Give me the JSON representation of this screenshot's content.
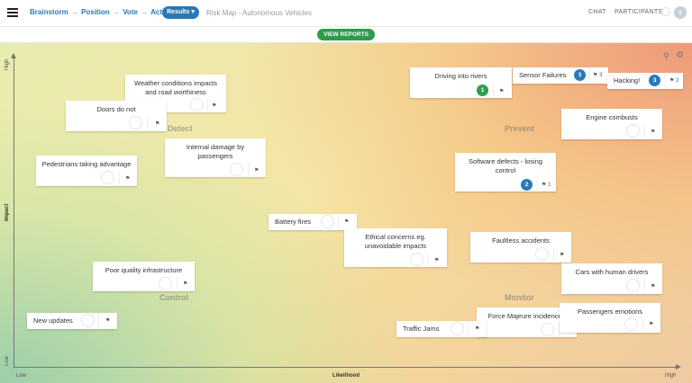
{
  "topbar": {
    "steps": [
      "Brainstorm",
      "Position",
      "Vote",
      "Action"
    ],
    "arrow": "→",
    "results_label": "Results ▾",
    "map_title": "Risk Map - Autonomous Vehicles",
    "chat_label": "CHAT",
    "participants_label": "PARTICIPANTS",
    "avatar_initial": "g"
  },
  "toolbar": {
    "view_reports_label": "VIEW REPORTS"
  },
  "matrix": {
    "y_axis_title": "Impact",
    "y_high": "High",
    "y_low": "Low",
    "x_axis_title": "Likelihood",
    "x_low": "Low",
    "x_high": "High",
    "quadrants": {
      "detect": "Detect",
      "prevent": "Prevent",
      "control": "Control",
      "monitor": "Monitor"
    },
    "flag_glyph": "⚑",
    "colors": {
      "accent": "#2a78b5",
      "vote_badge": "#2c7ab8",
      "action_badge": "#2f9e4f",
      "view_reports": "#2e9b4d"
    }
  },
  "cards": [
    {
      "id": "weather",
      "text": "Weather conditions impacts and road worthiness",
      "flags": ""
    },
    {
      "id": "doors",
      "text": "Doors do not",
      "flags": ""
    },
    {
      "id": "internal-damage",
      "text": "Internal damage by passengers",
      "flags": ""
    },
    {
      "id": "pedestrians",
      "text": "Pedestrians taking advantage",
      "flags": ""
    },
    {
      "id": "battery",
      "text": "Battery fires",
      "flags": ""
    },
    {
      "id": "ethical",
      "text": "Ethical concerns eg. unavoidable impacts",
      "flags": ""
    },
    {
      "id": "infrastructure",
      "text": "Poor quality infrastructure",
      "flags": ""
    },
    {
      "id": "new-updates",
      "text": "New updates",
      "flags": ""
    },
    {
      "id": "rivers",
      "text": "Driving into rivers",
      "flags": "",
      "badge": "1"
    },
    {
      "id": "sensor",
      "text": "Sensor Failures",
      "flags": "3",
      "badge": "3"
    },
    {
      "id": "hacking",
      "text": "Hacking!",
      "flags": "2",
      "badge": "3"
    },
    {
      "id": "engine",
      "text": "Engine combusts",
      "flags": ""
    },
    {
      "id": "software",
      "text": "Software defects - losing control",
      "flags": "1",
      "badge": "2"
    },
    {
      "id": "faultless",
      "text": "Faultless accidents",
      "flags": ""
    },
    {
      "id": "human-drivers",
      "text": "Cars with human drivers",
      "flags": ""
    },
    {
      "id": "force-majeure",
      "text": "Force Majeure incidences",
      "flags": ""
    },
    {
      "id": "passengers-emotions",
      "text": "Passengers emotions",
      "flags": ""
    },
    {
      "id": "traffic-jams",
      "text": "Traffic Jams",
      "flags": ""
    }
  ]
}
